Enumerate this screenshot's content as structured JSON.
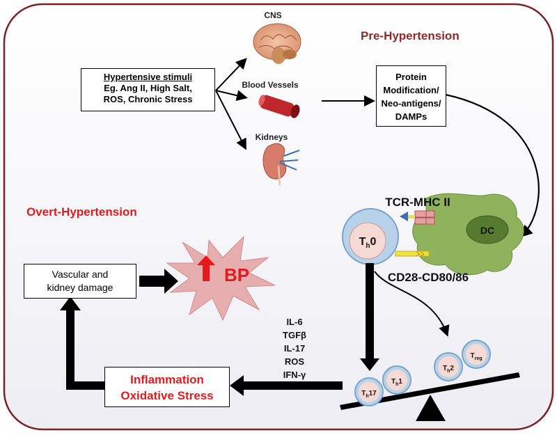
{
  "stages": {
    "pre": "Pre-Hypertension",
    "overt": "Overt-Hypertension"
  },
  "stimuli": {
    "title": "Hypertensive stimuli",
    "lines": [
      "Eg. Ang II, High Salt,",
      "ROS, Chronic Stress"
    ]
  },
  "organs": {
    "cns": "CNS",
    "vessels": "Blood Vessels",
    "kidneys": "Kidneys"
  },
  "protein_box": [
    "Protein",
    "Modification/",
    "Neo-antigens/",
    "DAMPs"
  ],
  "receptors": {
    "tcr": "TCR-MHC II",
    "cd28": "CD28-CD80/86"
  },
  "cells": {
    "dc": "DC",
    "th0": {
      "base": "T",
      "sub": "h",
      "after": "0"
    },
    "th17": {
      "base": "T",
      "sub": "h",
      "after": "17"
    },
    "th1": {
      "base": "T",
      "sub": "h",
      "after": "1"
    },
    "th2": {
      "base": "T",
      "sub": "h",
      "after": "2"
    },
    "treg": {
      "base": "T",
      "sub": "reg",
      "after": ""
    }
  },
  "cytokines": [
    "IL-6",
    "TGFβ",
    "IL-17",
    "ROS",
    "IFN-γ"
  ],
  "inflammation": [
    "Inflammation",
    "Oxidative Stress"
  ],
  "damage": [
    "Vascular and",
    "kidney damage"
  ],
  "bp_label": "BP",
  "colors": {
    "frame": "#7b1f24",
    "pre": "#8b2a2a",
    "overt": "#e8181c",
    "dc_fill": "#8fb35d",
    "dc_nucleus": "#567a2e",
    "t_outer": "#b8d2ea",
    "t_inner": "#f4d9d4",
    "burst": "#e7aeb0",
    "arrow": "#000000"
  }
}
